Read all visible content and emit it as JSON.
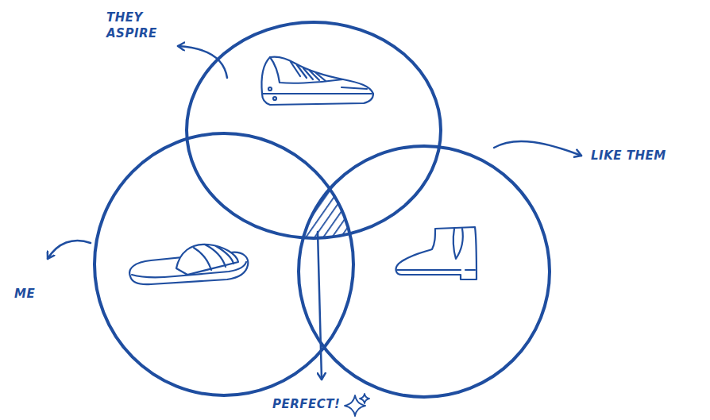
{
  "diagram": {
    "labels": [
      "THEY ASPIRE",
      "LIKE THEM",
      "ME",
      "PERFECT!"
    ]
  }
}
